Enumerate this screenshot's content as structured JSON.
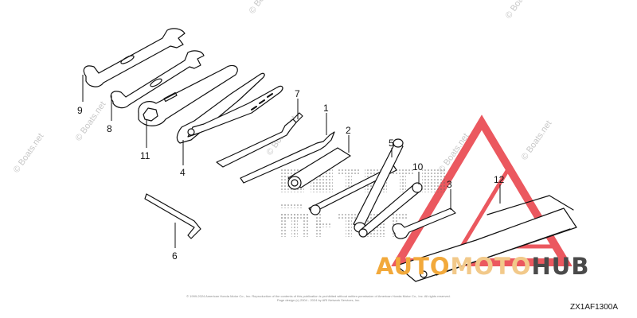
{
  "watermark": {
    "text": "© Boats.net"
  },
  "callouts": [
    "9",
    "8",
    "11",
    "4",
    "7",
    "1",
    "2",
    "5",
    "10",
    "3",
    "12",
    "6"
  ],
  "brand": {
    "part1": "AUTO",
    "part2": "MOTO",
    "part3": "HUB"
  },
  "copyright": {
    "line1": "© 1999-2024 American Honda Motor Co., Inc. Reproduction of the contents of this publication is prohibited without written permission of American Honda Motor Co., Inc. All rights reserved.",
    "line2": "Page design (c) 2004 - 2024 by ARI Network Services, Inc."
  },
  "diagram_code": "ZX1AF1300A",
  "colors": {
    "tool_stroke": "#111111",
    "triangle_red": "#e9424a",
    "brand_orange": "#f2a93b",
    "brand_dark": "#4a4a4a"
  }
}
